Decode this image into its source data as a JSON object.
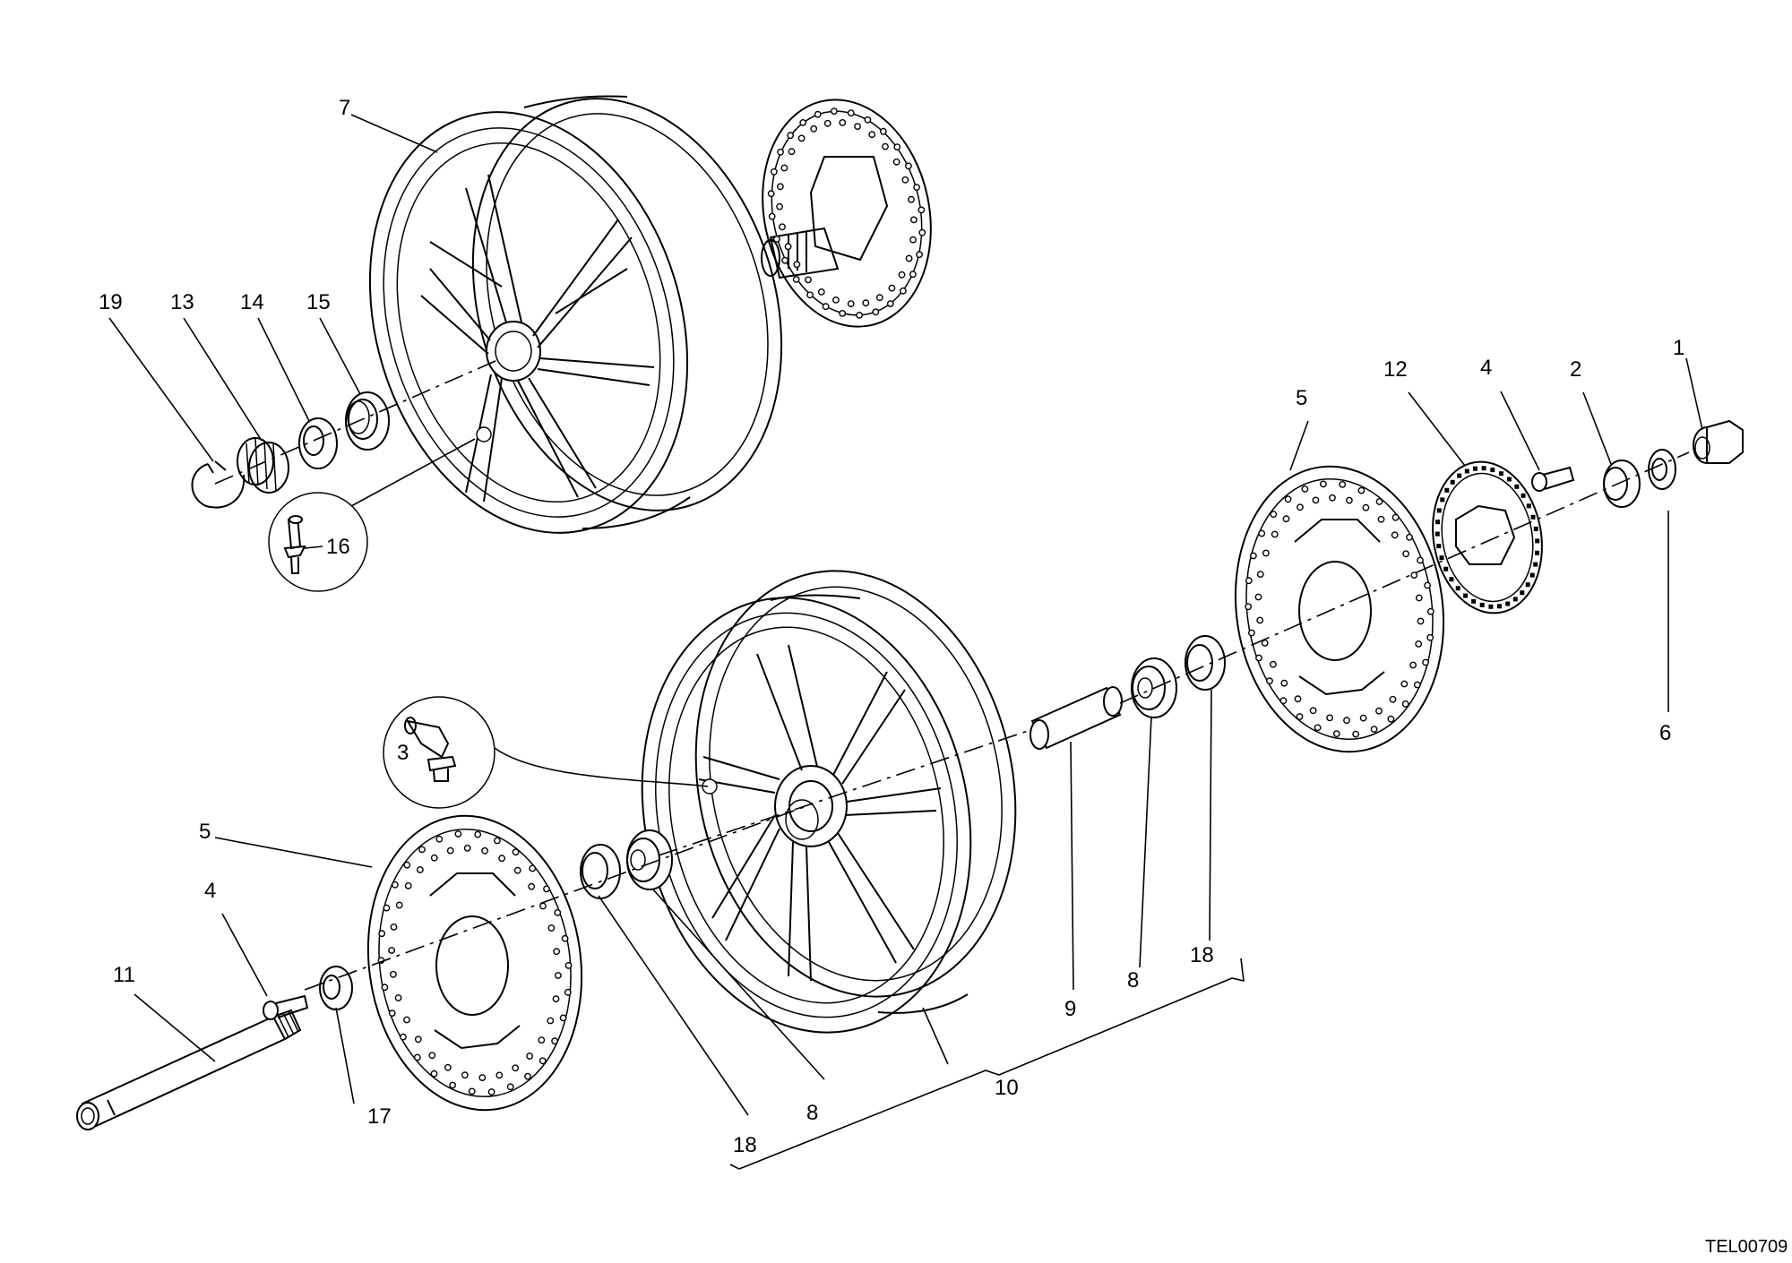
{
  "diagram": {
    "code": "TEL00709",
    "labels": [
      {
        "id": "c1",
        "text": "1"
      },
      {
        "id": "c2",
        "text": "2"
      },
      {
        "id": "c3",
        "text": "3"
      },
      {
        "id": "c4a",
        "text": "4"
      },
      {
        "id": "c4b",
        "text": "4"
      },
      {
        "id": "c5a",
        "text": "5"
      },
      {
        "id": "c5b",
        "text": "5"
      },
      {
        "id": "c6",
        "text": "6"
      },
      {
        "id": "c7",
        "text": "7"
      },
      {
        "id": "c8a",
        "text": "8"
      },
      {
        "id": "c8b",
        "text": "8"
      },
      {
        "id": "c9",
        "text": "9"
      },
      {
        "id": "c10",
        "text": "10"
      },
      {
        "id": "c11",
        "text": "11"
      },
      {
        "id": "c12",
        "text": "12"
      },
      {
        "id": "c13",
        "text": "13"
      },
      {
        "id": "c14",
        "text": "14"
      },
      {
        "id": "c15",
        "text": "15"
      },
      {
        "id": "c16",
        "text": "16"
      },
      {
        "id": "c17",
        "text": "17"
      },
      {
        "id": "c18a",
        "text": "18"
      },
      {
        "id": "c18b",
        "text": "18"
      },
      {
        "id": "c19",
        "text": "19"
      }
    ]
  }
}
